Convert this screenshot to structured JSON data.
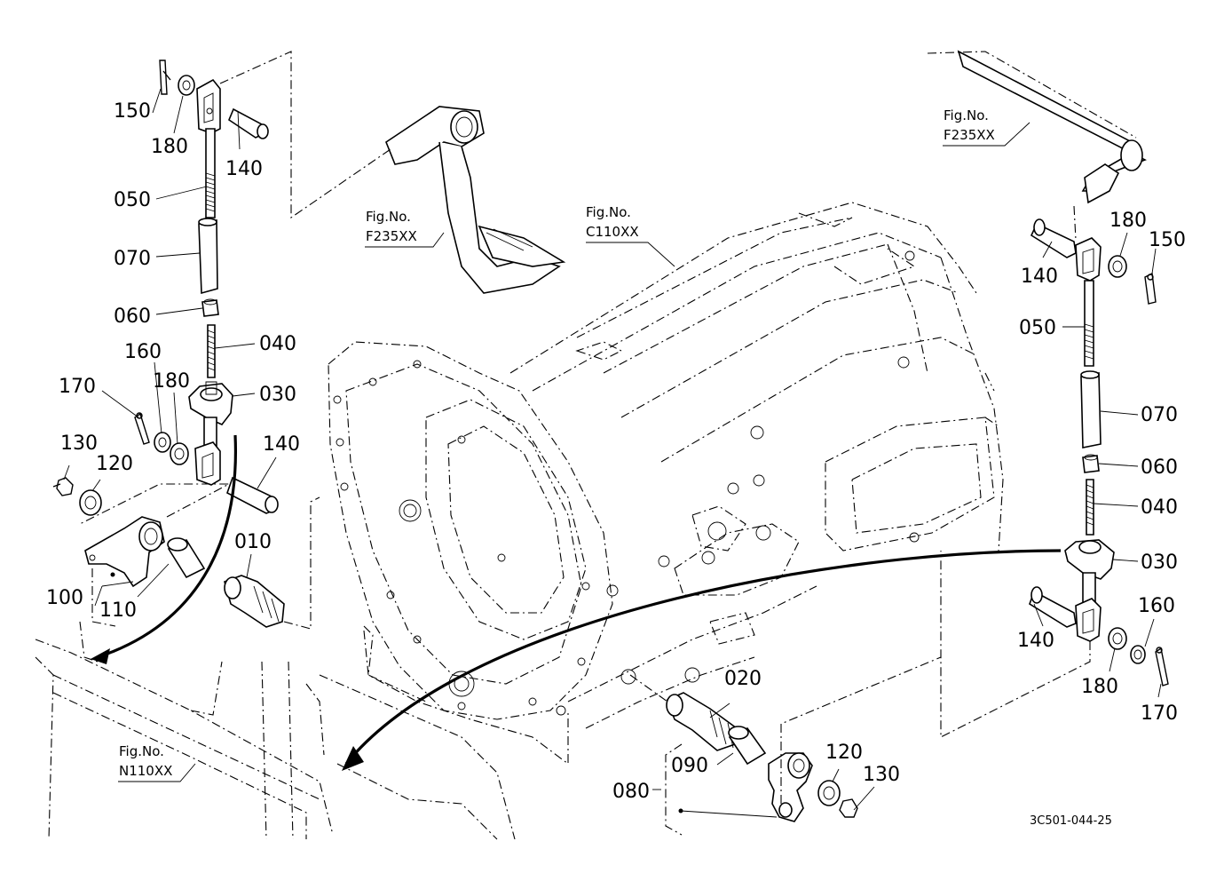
{
  "labels": {
    "l150_top": "150",
    "l180_top": "180",
    "l140_top": "140",
    "l050_left": "050",
    "l070_left": "070",
    "l060_left": "060",
    "l040_left": "040",
    "l030_left": "030",
    "l160_left": "160",
    "l180_left": "180",
    "l170_left": "170",
    "l140_left": "140",
    "l130_left": "130",
    "l120_left": "120",
    "l010": "010",
    "l100": "100",
    "l110": "110",
    "l180_right": "180",
    "l150_right": "150",
    "l140_right_top": "140",
    "l050_right": "050",
    "l070_right": "070",
    "l060_right": "060",
    "l040_right": "040",
    "l030_right": "030",
    "l140_right_bot": "140",
    "l160_right": "160",
    "l180_right_bot": "180",
    "l170_right": "170",
    "l020": "020",
    "l090": "090",
    "l080": "080",
    "l120_bot": "120",
    "l130_bot": "130"
  },
  "refs": {
    "pedal_fig": "Fig.No.",
    "pedal_code": "F235XX",
    "housing_fig": "Fig.No.",
    "housing_code": "C110XX",
    "shaft_fig": "Fig.No.",
    "shaft_code": "F235XX",
    "frame_fig": "Fig.No.",
    "frame_code": "N110XX"
  },
  "drawing_code": "3C501-044-25"
}
